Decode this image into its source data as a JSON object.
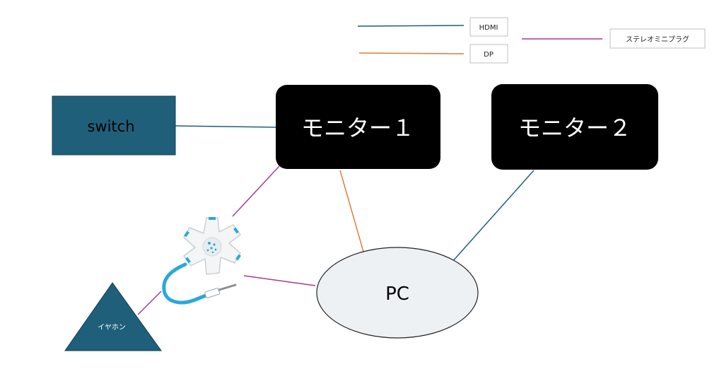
{
  "legend": {
    "hdmi": {
      "label": "HDMI",
      "color": "#1f5f7a"
    },
    "dp": {
      "label": "DP",
      "color": "#e07b39"
    },
    "stereo": {
      "label": "ステレオミニプラグ",
      "color": "#a6399b"
    }
  },
  "nodes": {
    "switch": {
      "label": "switch",
      "fill": "#1f5f7a"
    },
    "monitor1": {
      "label": "モニター１",
      "fill": "#000000"
    },
    "monitor2": {
      "label": "モニター２",
      "fill": "#000000"
    },
    "pc": {
      "label": "PC",
      "fill": "#eef1f4"
    },
    "earphones": {
      "label": "イヤホン",
      "fill": "#1f5f7a"
    }
  },
  "splitter": {
    "icon": "audio-splitter-icon",
    "accent": "#29a9d8"
  }
}
